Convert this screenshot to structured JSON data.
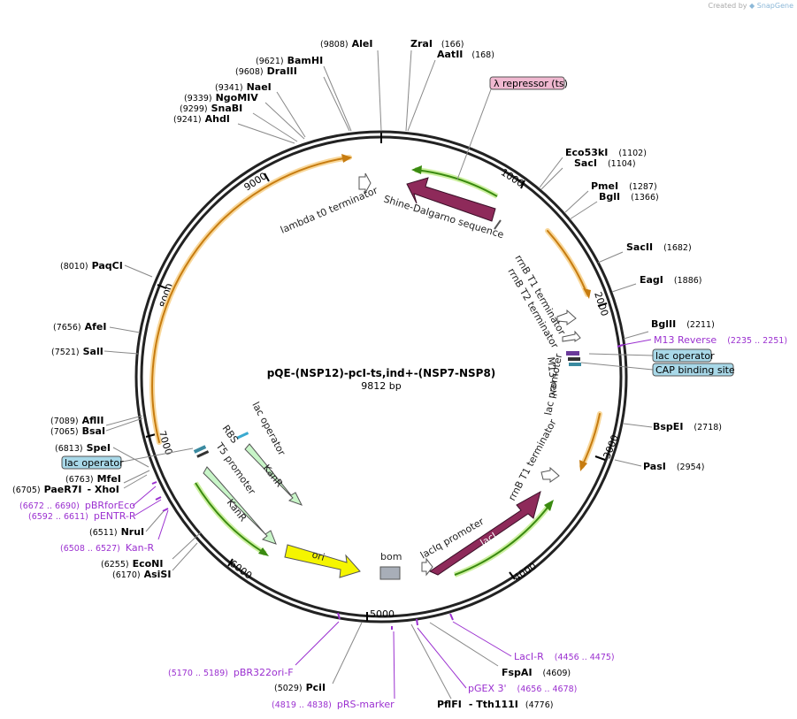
{
  "credit": {
    "prefix": "Created by",
    "brand": "SnapGene"
  },
  "plasmid": {
    "name": "pQE-(NSP12)-pcI-ts,ind+-(NSP7-NSP8)",
    "size": "9812 bp"
  },
  "colors": {
    "backbone": "#222222",
    "orange_feature": "#f0a030",
    "green_feature": "#77c030",
    "promoter_fill": "#c8f5c8",
    "cds_maroon": "#8e2a5a",
    "ori": "#f5f500",
    "primer": "#9b30d0",
    "operator_box": "#a8d8e8",
    "repressor_box": "#f0b8d0"
  },
  "ticks": [
    "1000",
    "2000",
    "3000",
    "4000",
    "5000",
    "6000",
    "7000",
    "8000",
    "9000"
  ],
  "enzymes": [
    {
      "name": "AleI",
      "pos": "(9808)"
    },
    {
      "name": "ZraI",
      "pos": "(166)"
    },
    {
      "name": "AatII",
      "pos": "(168)"
    },
    {
      "name": "BamHI",
      "pos": "(9621)"
    },
    {
      "name": "DraIII",
      "pos": "(9608)"
    },
    {
      "name": "NaeI",
      "pos": "(9341)"
    },
    {
      "name": "NgoMIV",
      "pos": "(9339)"
    },
    {
      "name": "SnaBI",
      "pos": "(9299)"
    },
    {
      "name": "AhdI",
      "pos": "(9241)"
    },
    {
      "name": "Eco53kI",
      "pos": "(1102)"
    },
    {
      "name": "SacI",
      "pos": "(1104)"
    },
    {
      "name": "PmeI",
      "pos": "(1287)"
    },
    {
      "name": "BglI",
      "pos": "(1366)"
    },
    {
      "name": "SacII",
      "pos": "(1682)"
    },
    {
      "name": "EagI",
      "pos": "(1886)"
    },
    {
      "name": "BglII",
      "pos": "(2211)"
    },
    {
      "name": "BspEI",
      "pos": "(2718)"
    },
    {
      "name": "PasI",
      "pos": "(2954)"
    },
    {
      "name": "FspAI",
      "pos": "(4609)"
    },
    {
      "name": "PflFI",
      "pos": "(4776)"
    },
    {
      "name": "- Tth111I",
      "pos": ""
    },
    {
      "name": "PciI",
      "pos": "(5029)"
    },
    {
      "name": "EcoNI",
      "pos": "(6255)"
    },
    {
      "name": "AsiSI",
      "pos": "(6170)"
    },
    {
      "name": "NruI",
      "pos": "(6511)"
    },
    {
      "name": "MfeI",
      "pos": "(6763)"
    },
    {
      "name": "PaeR7I",
      "pos": "(6705)"
    },
    {
      "name": "- XhoI",
      "pos": ""
    },
    {
      "name": "SpeI",
      "pos": "(6813)"
    },
    {
      "name": "AflII",
      "pos": "(7089)"
    },
    {
      "name": "BsaI",
      "pos": "(7065)"
    },
    {
      "name": "SalI",
      "pos": "(7521)"
    },
    {
      "name": "AfeI",
      "pos": "(7656)"
    },
    {
      "name": "PaqCI",
      "pos": "(8010)"
    }
  ],
  "primers": [
    {
      "name": "M13 Reverse",
      "pos": "(2235 .. 2251)"
    },
    {
      "name": "LacI-R",
      "pos": "(4456 .. 4475)"
    },
    {
      "name": "pGEX 3'",
      "pos": "(4656 .. 4678)"
    },
    {
      "name": "pRS-marker",
      "pos": "(4819 .. 4838)"
    },
    {
      "name": "pBR322ori-F",
      "pos": "(5170 .. 5189)"
    },
    {
      "name": "Kan-R",
      "pos": "(6508 .. 6527)"
    },
    {
      "name": "pENTR-R",
      "pos": "(6592 .. 6611)"
    },
    {
      "name": "pBRforEco",
      "pos": "(6672 .. 6690)"
    }
  ],
  "boxed_features": {
    "repressor": "λ repressor (ts)",
    "lac_operator_right": "lac operator",
    "cap_site": "CAP binding site",
    "lac_operator_left": "lac operator"
  },
  "features": {
    "lambda_t0": "lambda t0 terminator",
    "shine_dalgarno": "Shine-Dalgarno sequence",
    "rrnb_t1": "rrnB T1 terminator",
    "rrnb_t2": "rrnB T2 terminator",
    "m13_rev": "M13 rev",
    "lac_promoter": "lac promoter",
    "rrnb_t1_b": "rrnB T1 terminator",
    "laciq_promoter": "lacIq promoter",
    "laci": "lacI",
    "bom": "bom",
    "ori": "ori",
    "kanr_1": "KanR",
    "kanr_2": "KanR",
    "t5_promoter": "T5 promoter",
    "rbs": "RBS",
    "lac_operator_inner": "lac operator"
  }
}
